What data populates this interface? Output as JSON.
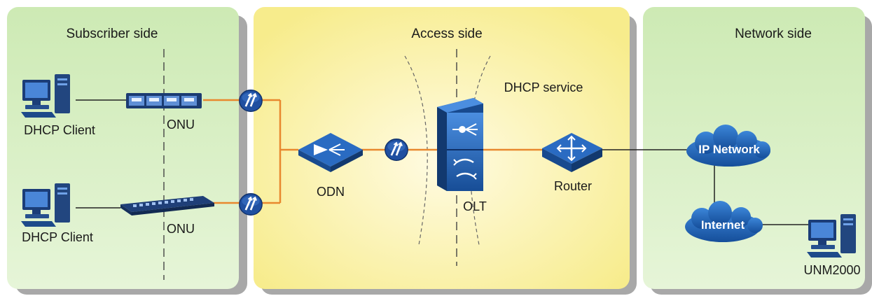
{
  "zones": {
    "subscriber": {
      "title": "Subscriber side"
    },
    "access": {
      "title": "Access side"
    },
    "network": {
      "title": "Network side"
    }
  },
  "devices": {
    "client_top": "DHCP Client",
    "client_bottom": "DHCP Client",
    "onu_top": "ONU",
    "onu_bottom": "ONU",
    "odn": "ODN",
    "olt": "OLT",
    "router": "Router",
    "unm": "UNM2000"
  },
  "service_label": "DHCP service",
  "clouds": {
    "ip_network": "IP Network",
    "internet": "Internet"
  },
  "colors": {
    "subscriber_zone": "#d9efc4",
    "access_zone": "#fbf4a8",
    "network_zone": "#d9efc4",
    "fiber": "#e8882e",
    "device_blue": "#1f5fb0",
    "cloud_blue": "#1d63b5"
  }
}
